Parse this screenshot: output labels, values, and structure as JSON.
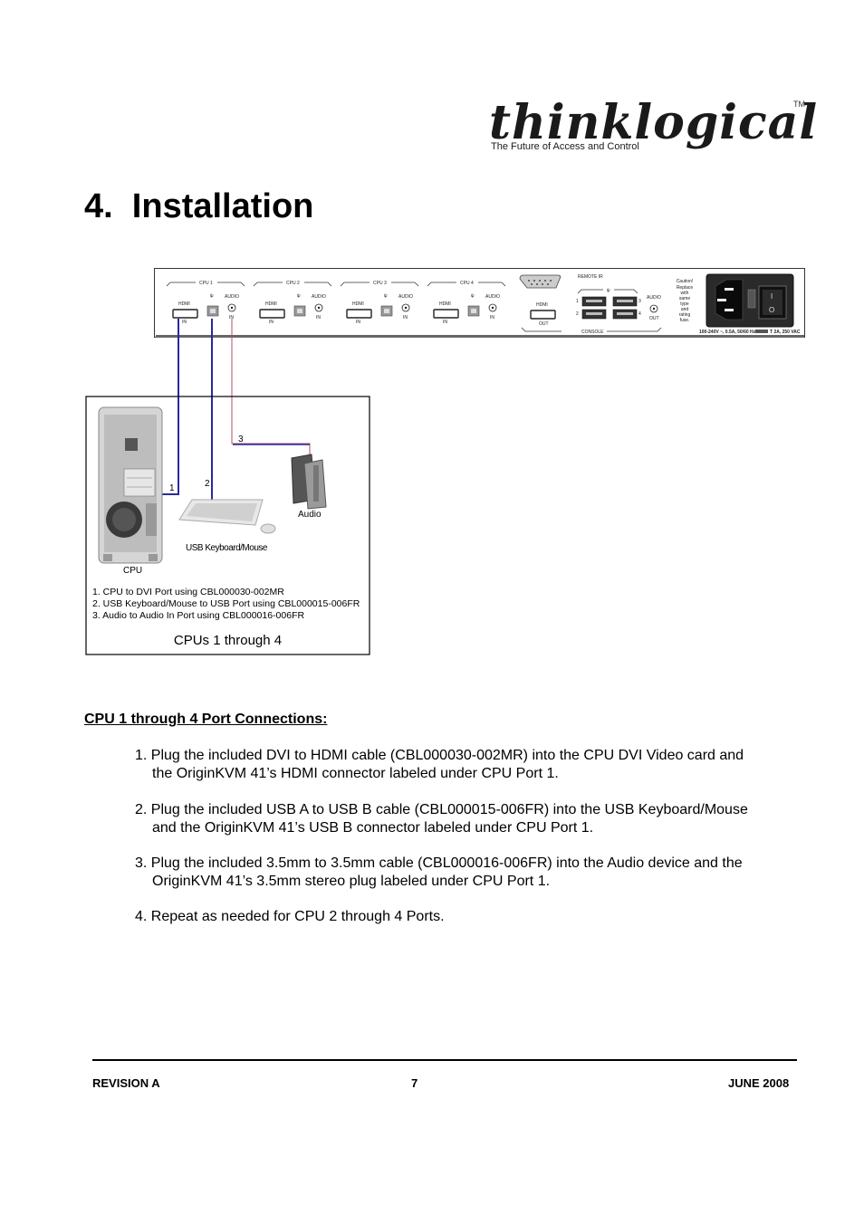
{
  "logo": {
    "word": "thinklogical",
    "tagline": "The Future of Access and Control",
    "tm": "TM"
  },
  "heading": "4.  Installation",
  "panel": {
    "cpu_labels": [
      "CPU 1",
      "CPU 2",
      "CPU 3",
      "CPU 4"
    ],
    "hdmi": "HDMI",
    "audio": "AUDIO",
    "in": "IN",
    "out": "OUT",
    "remote_ir": "REMOTE IR",
    "console": "CONSOLE",
    "caution": [
      "Caution!",
      "Replace",
      "with",
      "same",
      "type",
      "and",
      "rating",
      "fuse."
    ],
    "power_rating": "100-240V ~, 0.5A, 50/60 Hz",
    "fuse_rating": "T 2A, 250 VAC",
    "usb_nums": [
      "1",
      "2",
      "3",
      "4"
    ],
    "switch_on": "I",
    "switch_off": "O"
  },
  "diagram": {
    "cable_nums": [
      "1",
      "2",
      "3"
    ],
    "audio_label": "Audio",
    "keyboard_label": "USB Keyboard/Mouse",
    "cpu_label": "CPU",
    "legend": [
      "1. CPU to DVI Port using CBL000030-002MR",
      "2. USB Keyboard/Mouse to USB Port using CBL000015-006FR",
      "3. Audio to Audio In Port using CBL000016-006FR"
    ],
    "caption": "CPUs 1 through 4"
  },
  "section_title": "CPU 1 through 4 Port Connections:",
  "steps": [
    {
      "num": "1.",
      "line1": "Plug the included DVI to HDMI cable (CBL000030-002MR) into the CPU DVI Video card and",
      "line2": "the OriginKVM 41’s HDMI connector labeled under CPU Port 1."
    },
    {
      "num": "2.",
      "line1": "Plug the included USB A to USB B cable (CBL000015-006FR) into the USB Keyboard/Mouse",
      "line2": "and the OriginKVM 41’s USB B connector labeled under CPU Port 1."
    },
    {
      "num": "3.",
      "line1": "Plug the included 3.5mm to 3.5mm cable (CBL000016-006FR) into the Audio device and the",
      "line2": "OriginKVM 41’s 3.5mm stereo plug labeled under CPU Port 1."
    },
    {
      "num": "4.",
      "line1": "Repeat as needed for CPU 2 through 4 Ports.",
      "line2": ""
    }
  ],
  "footer": {
    "left": "REVISION A",
    "center": "7",
    "right": "JUNE 2008"
  },
  "colors": {
    "cable_blue": "#2a2a9a",
    "cable_red": "#b05060"
  }
}
